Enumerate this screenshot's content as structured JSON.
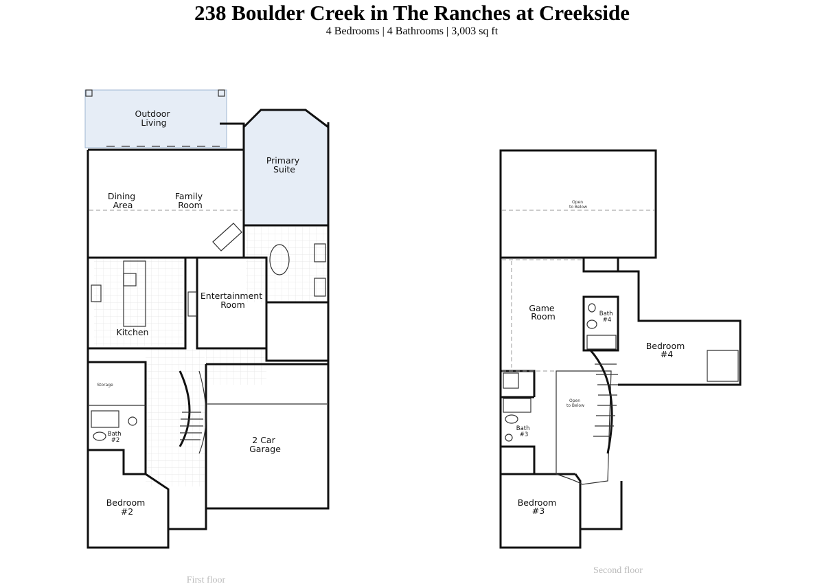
{
  "header": {
    "title": "238 Boulder Creek in The Ranches at Creekside",
    "subtitle": "4 Bedrooms | 4 Bathrooms | 3,003 sq ft"
  },
  "first_floor": {
    "caption": "First floor",
    "rooms": {
      "outdoor_living": [
        "Outdoor",
        "Living"
      ],
      "primary_suite": [
        "Primary",
        "Suite"
      ],
      "dining_area": [
        "Dining",
        "Area"
      ],
      "family_room": [
        "Family",
        "Room"
      ],
      "entertainment_room": [
        "Entertainment",
        "Room"
      ],
      "kitchen": "Kitchen",
      "storage": "Storage",
      "bath2": [
        "Bath",
        "#2"
      ],
      "garage": [
        "2 Car",
        "Garage"
      ],
      "bedroom2": [
        "Bedroom",
        "#2"
      ]
    }
  },
  "second_floor": {
    "caption": "Second floor",
    "rooms": {
      "open_below_top": [
        "Open",
        "to Below"
      ],
      "game_room": [
        "Game",
        "Room"
      ],
      "bath4": [
        "Bath",
        "#4"
      ],
      "bedroom4": [
        "Bedroom",
        "#4"
      ],
      "open_below_stair": [
        "Open",
        "to Below"
      ],
      "bath3": [
        "Bath",
        "#3"
      ],
      "bedroom3": [
        "Bedroom",
        "#3"
      ]
    }
  },
  "colors": {
    "highlight_fill": "#e6edf6",
    "highlight_stroke": "#9fb6d2",
    "caption_color": "#bbbbbb"
  }
}
